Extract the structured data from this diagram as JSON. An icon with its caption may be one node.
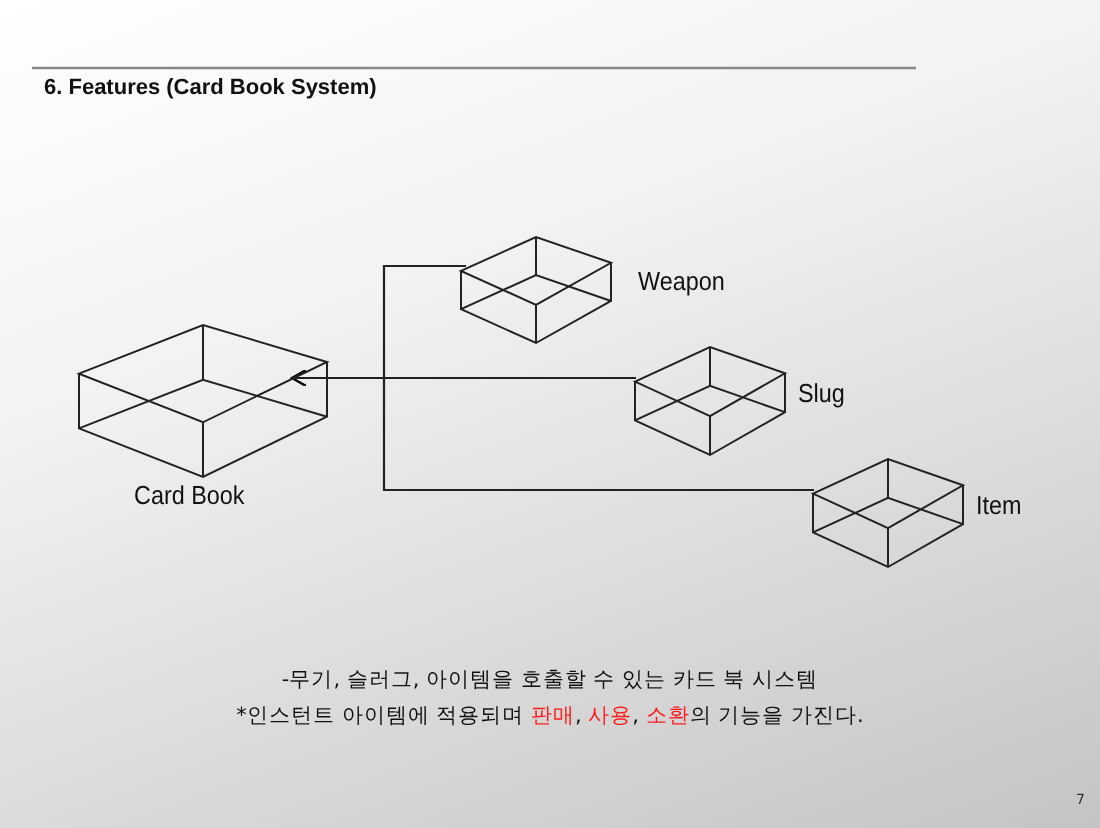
{
  "diagram": {
    "title": "6. Features (Card Book System)",
    "nodes": [
      {
        "text": [
          "Card Book"
        ]
      },
      {
        "text": [
          "Weapon"
        ]
      },
      {
        "text": [
          "Slug"
        ]
      },
      {
        "text": [
          "Item"
        ]
      }
    ],
    "edges": [
      {
        "from": 1,
        "to": 0,
        "arrow": "to"
      },
      {
        "from": 2,
        "to": 0,
        "arrow": "to"
      },
      {
        "from": 3,
        "to": 0,
        "arrow": "to"
      }
    ],
    "labels": [
      "-무기, 슬러그, 아이템을 호출할 수 있는 카드 북 시스템",
      "*인스턴트 아이템에 적용되며 **판매**, **사용**, **소환**의 기능을 가진다.",
      "7"
    ]
  }
}
